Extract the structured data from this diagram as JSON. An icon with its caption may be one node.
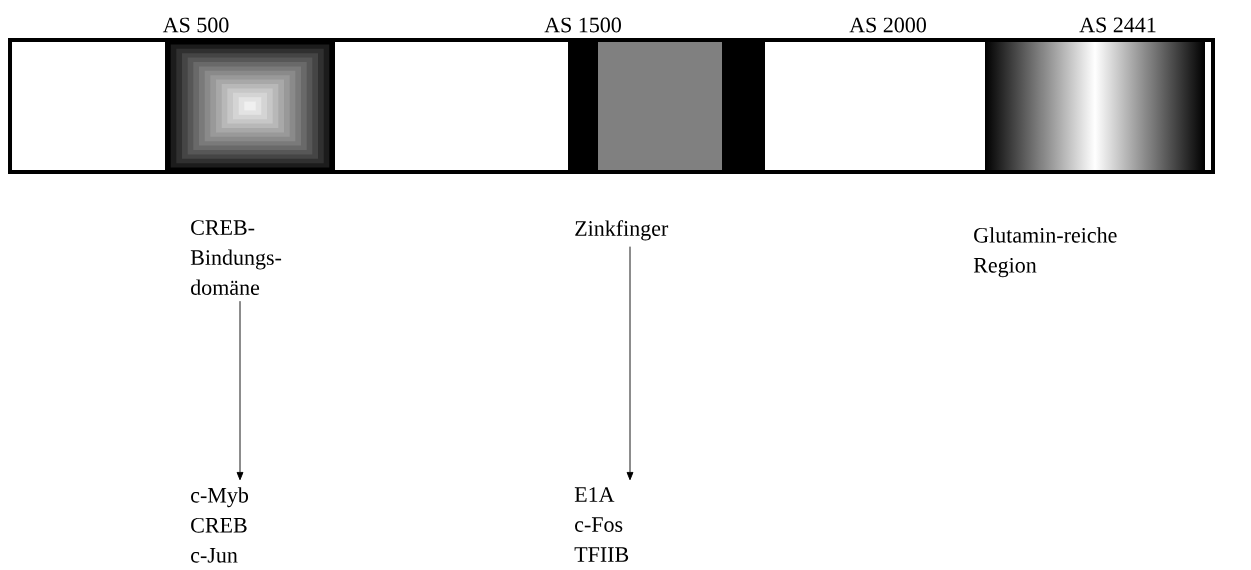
{
  "diagram": {
    "nodes": [
      {
        "text": [
          "CREB- Bindungs- domäne"
        ]
      },
      {
        "text": [
          "Zinkfinger"
        ]
      },
      {
        "text": [
          "Glutamin-reiche Region"
        ]
      },
      {
        "text": [
          "c-Myb",
          "CREB",
          "c-Jun"
        ]
      },
      {
        "text": [
          "E1A",
          "c-Fos",
          "TFIIB"
        ]
      }
    ],
    "edges": [
      {
        "from": 0,
        "to": 3,
        "arrow": "to"
      },
      {
        "from": 1,
        "to": 4,
        "arrow": "to"
      }
    ],
    "labels": [
      "AS 500",
      "AS 1500",
      "AS 2000",
      "AS 2441"
    ]
  }
}
